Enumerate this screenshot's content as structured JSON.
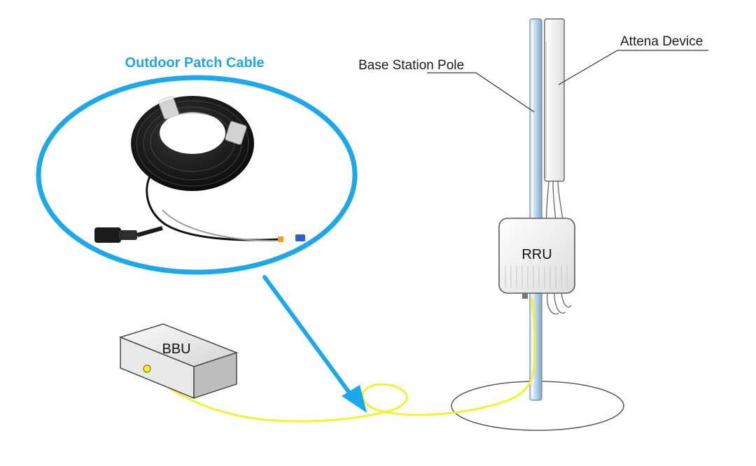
{
  "diagram": {
    "callout_title": "Outdoor Patch Cable",
    "labels": {
      "antenna": "Attena Device",
      "pole": "Base Station Pole",
      "rru": "RRU",
      "bbu": "BBU"
    }
  },
  "colors": {
    "callout_blue": "#1ba8ec",
    "fiber_yellow": "#f4f22e",
    "pole_blue": "#a9c8e0",
    "outline": "#4a4a4a"
  }
}
